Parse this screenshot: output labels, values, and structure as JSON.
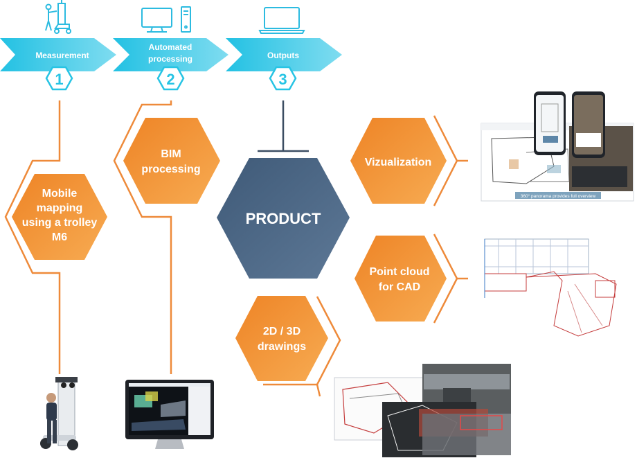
{
  "colors": {
    "cyan": "#27c4e4",
    "cyan_light": "#6bd9ef",
    "orange": "#ef8b2c",
    "orange_light": "#f6a64c",
    "product": "#4a6583",
    "line": "#ee8a3a",
    "icon": "#2cbbe0"
  },
  "steps": [
    {
      "label": "Measurement",
      "number": "1",
      "icon": "trolley-icon"
    },
    {
      "label_line1": "Automated",
      "label_line2": "processing",
      "number": "2",
      "icon": "desktop-computer-icon"
    },
    {
      "label": "Outputs",
      "number": "3",
      "icon": "laptop-icon"
    }
  ],
  "nodes": {
    "mobile_mapping": [
      "Mobile",
      "mapping",
      "using a trolley",
      "M6"
    ],
    "bim": [
      "BIM",
      "processing"
    ],
    "product": "PRODUCT",
    "vizualization": "Vizualization",
    "point_cloud": [
      "Point cloud",
      "for CAD"
    ],
    "drawings": [
      "2D / 3D",
      "drawings"
    ]
  },
  "images": {
    "viz_banner": "360° panorama provides full overview"
  }
}
